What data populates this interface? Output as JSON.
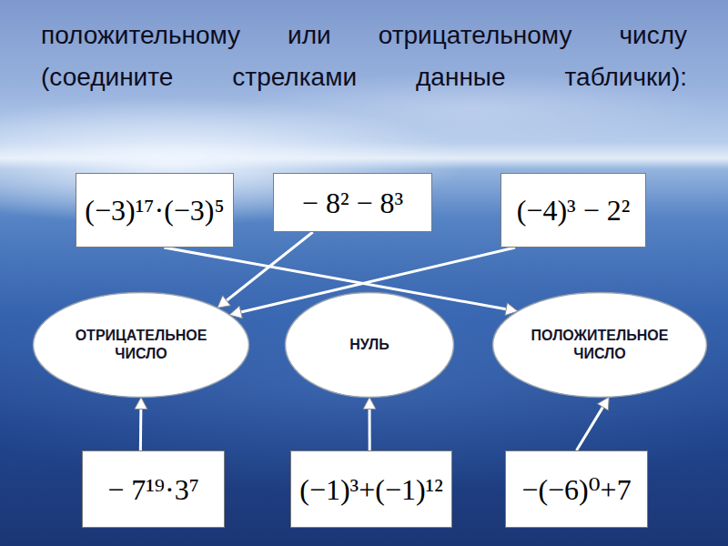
{
  "diagram": {
    "title": "положительному или отрицательному числу (соедините стрелками данные таблички):",
    "nodes": [
      {
        "text": [
          "(−3)¹⁷·(−3)⁵"
        ]
      },
      {
        "text": [
          "− 8² − 8³"
        ]
      },
      {
        "text": [
          "(−4)³ − 2²"
        ]
      },
      {
        "text": [
          "ОТРИЦАТЕЛЬНОЕ ЧИСЛО"
        ]
      },
      {
        "text": [
          "НУЛЬ"
        ]
      },
      {
        "text": [
          "ПОЛОЖИТЕЛЬНОЕ ЧИСЛО"
        ]
      },
      {
        "text": [
          "− 7¹⁹·3⁷"
        ]
      },
      {
        "text": [
          "(−1)³+(−1)¹²"
        ]
      },
      {
        "text": [
          "−(−6)⁰+7"
        ]
      }
    ],
    "edges": [
      {
        "from": 0,
        "to": 5,
        "arrow": "to"
      },
      {
        "from": 1,
        "to": 3,
        "arrow": "to"
      },
      {
        "from": 2,
        "to": 3,
        "arrow": "to"
      },
      {
        "from": 6,
        "to": 3,
        "arrow": "to"
      },
      {
        "from": 7,
        "to": 4,
        "arrow": "to"
      },
      {
        "from": 8,
        "to": 5,
        "arrow": "to"
      }
    ]
  }
}
